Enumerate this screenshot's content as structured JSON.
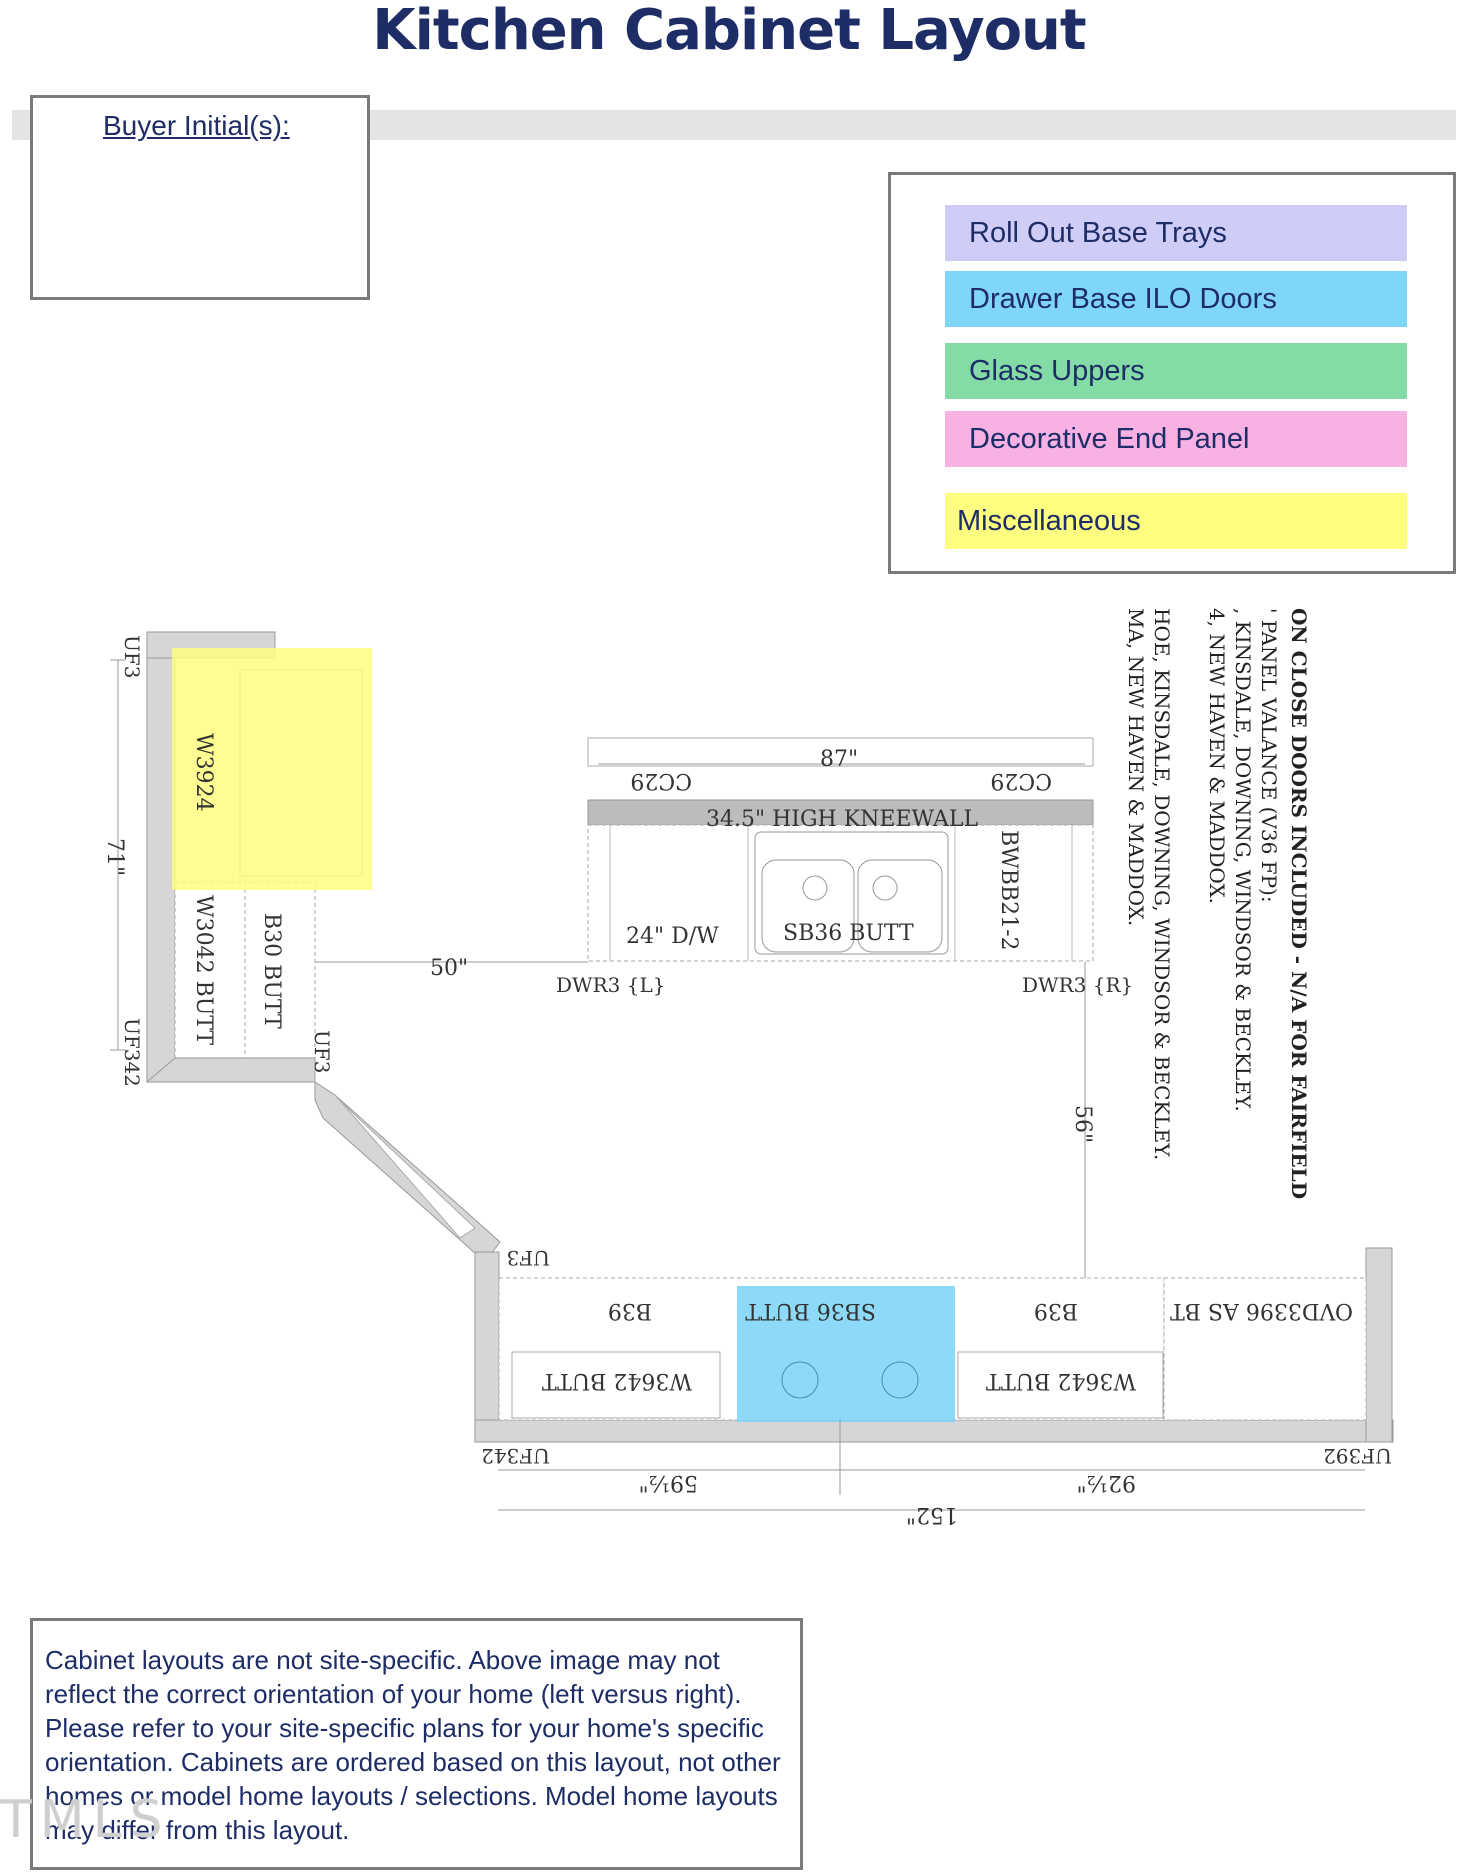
{
  "title": "Kitchen Cabinet Layout",
  "buyer_label": "Buyer Initial(s):",
  "legend": [
    {
      "label": "Roll Out Base Trays",
      "color": "#cfcdf8"
    },
    {
      "label": "Drawer Base ILO Doors",
      "color": "#7fd6f6"
    },
    {
      "label": "Glass Uppers",
      "color": "#83dba6"
    },
    {
      "label": "Decorative End Panel",
      "color": "#f7b1e3"
    },
    {
      "label": "Miscellaneous",
      "color": "#fdfd7f"
    }
  ],
  "plan": {
    "top_run": {
      "width": "87\"",
      "kneewall": "34.5\" HIGH KNEEWALL",
      "cc_left": "CC29",
      "cc_right": "CC29",
      "dw": "24\" D/W",
      "sink": "SB36 BUTT",
      "bwbb": "BWBB21-2",
      "dwr_left": "DWR3 {L}",
      "dwr_right": "DWR3 {R}"
    },
    "left_run": {
      "uf_top": "UF3",
      "upper": "W3924",
      "height": "71\"",
      "upper2": "W3042 BUTT",
      "base": "B30 BUTT",
      "uf_bottom": "UF342",
      "uf_corner": "UF3"
    },
    "gap_top": "50\"",
    "gap_right": "56\"",
    "bottom_run": {
      "uf_left": "UF3",
      "b39_left": "B39",
      "sink": "SB36 BUTT",
      "b39_right": "B39",
      "ovd": "OVD3396 AS BT",
      "w_left": "W3642 BUTT",
      "w_right": "W3642 BUTT",
      "uf_bl": "UF342",
      "uf_br": "UF392",
      "dim_left": "59½\"",
      "dim_right": "92½\"",
      "dim_total": "152\""
    },
    "side_notes": [
      "ON CLOSE DOORS INCLUDED - N/A FOR FAIRFIELD",
      "' PANEL VALANCE (V36 FP):",
      ", KINSDALE, DOWNING, WINDSOR & BECKLEY.",
      "4, NEW HAVEN & MADDOX.",
      "HOE, KINSDALE, DOWNING, WINDSOR & BECKLEY.",
      "MA, NEW HAVEN & MADDOX."
    ]
  },
  "note": "Cabinet layouts are not site-specific. Above image may not reflect the correct orientation of your home (left versus right). Please refer to your site-specific plans for your home's specific orientation. Cabinets are ordered based on this layout, not other homes or model home layouts / selections. Model home layouts may differ from this layout.",
  "watermark": "TMLS"
}
